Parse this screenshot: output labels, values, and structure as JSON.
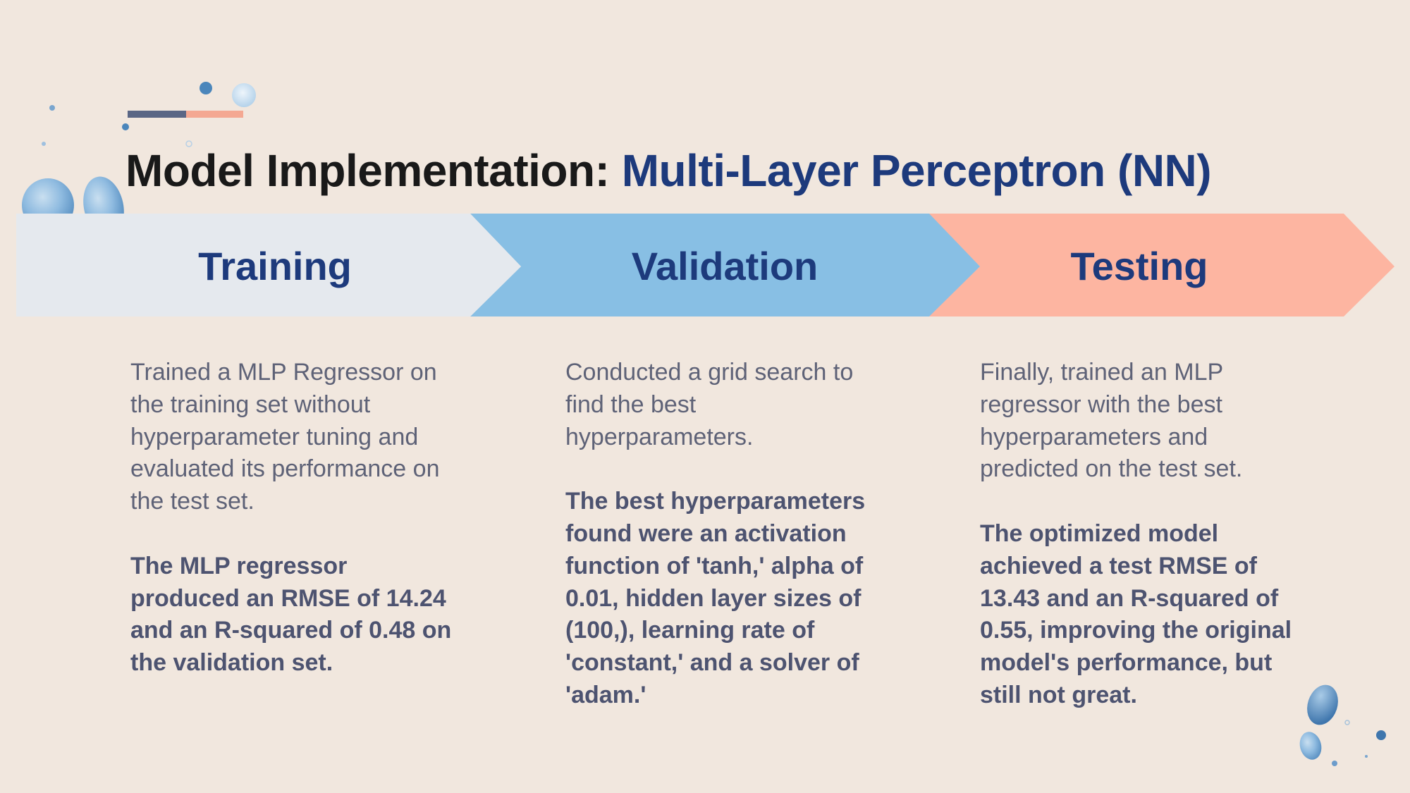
{
  "title": {
    "prefix": "Model Implementation: ",
    "highlight": "Multi-Layer Perceptron (NN)"
  },
  "stages": [
    {
      "label": "Training",
      "color": "#e5e9ee",
      "description": "Trained a MLP Regressor on the training set without hyperparameter tuning and evaluated its performance on the test set.",
      "result": "The MLP regressor produced an RMSE of 14.24 and an R-squared of 0.48 on the validation set."
    },
    {
      "label": "Validation",
      "color": "#88bfe4",
      "description": "Conducted a grid search to find the best hyperparameters.",
      "result": "The best hyperparameters found were an activation function of 'tanh,' alpha of 0.01, hidden layer sizes of (100,), learning rate of 'constant,' and a solver of 'adam.'"
    },
    {
      "label": "Testing",
      "color": "#fdb5a1",
      "description": "Finally, trained an MLP regressor with the best hyperparameters and predicted on the test set.",
      "result": "The optimized model achieved a test RMSE of 13.43 and an R-squared of 0.55, improving the original model's performance, but still not great."
    }
  ],
  "colors": {
    "background": "#f1e7de",
    "title_dark": "#191919",
    "title_accent": "#1d3a7c",
    "accent_bar_dark": "#5a6685",
    "accent_bar_light": "#f4a892"
  },
  "decorations": [
    "watercolor-droplets-top-left",
    "watercolor-droplets-bottom-right"
  ]
}
